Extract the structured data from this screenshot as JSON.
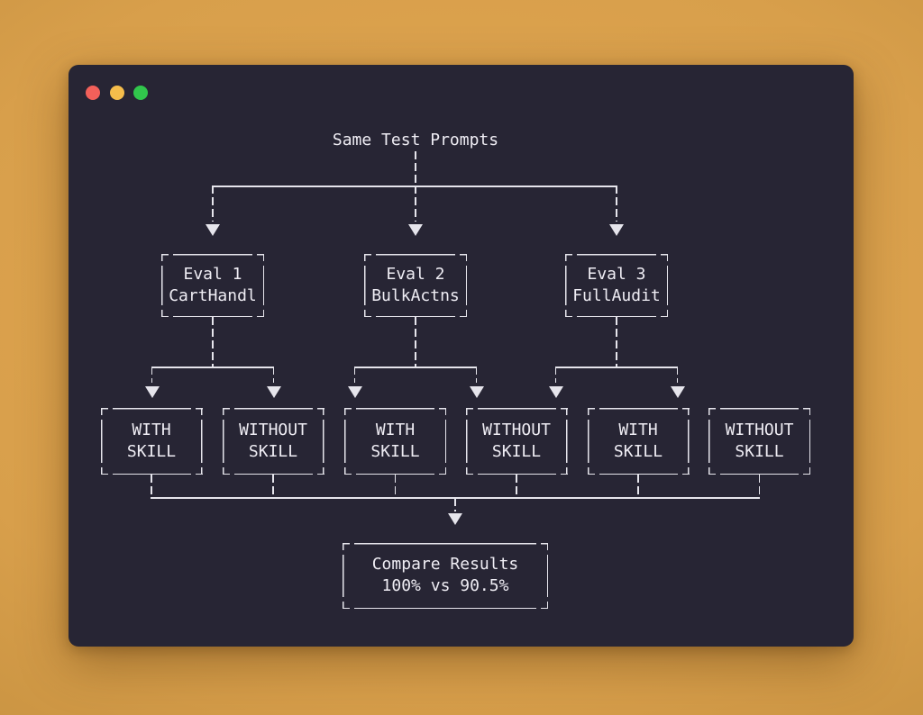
{
  "window": {
    "controls": {
      "close_color": "#f2605a",
      "minimize_color": "#f5bd4b",
      "maximize_color": "#31c64c"
    }
  },
  "diagram": {
    "root_label": "Same Test Prompts",
    "evals": [
      {
        "line1": "Eval 1",
        "line2": "CartHandl"
      },
      {
        "line1": "Eval 2",
        "line2": "BulkActns"
      },
      {
        "line1": "Eval 3",
        "line2": "FullAudit"
      }
    ],
    "branches": [
      {
        "line1": "WITH",
        "line2": "SKILL"
      },
      {
        "line1": "WITHOUT",
        "line2": "SKILL"
      },
      {
        "line1": "WITH",
        "line2": "SKILL"
      },
      {
        "line1": "WITHOUT",
        "line2": "SKILL"
      },
      {
        "line1": "WITH",
        "line2": "SKILL"
      },
      {
        "line1": "WITHOUT",
        "line2": "SKILL"
      }
    ],
    "result": {
      "line1": "Compare Results",
      "line2": "100% vs 90.5%"
    }
  },
  "colors": {
    "background": "#d89f4b",
    "window_background": "#272534",
    "line": "#e6e5ec",
    "text": "#efedf4"
  }
}
